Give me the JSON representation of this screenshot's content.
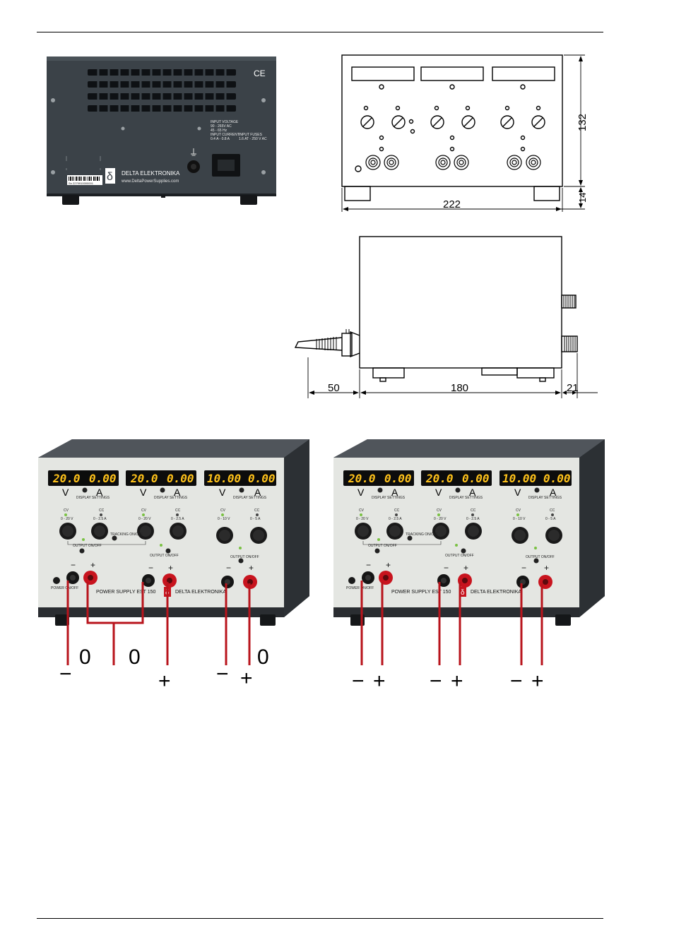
{
  "rear_panel": {
    "ce_mark": "CE",
    "input_voltage_label": "INPUT VOLTAGE",
    "input_voltage_values": [
      "90 - 265V AC",
      "45 - 65 Hz"
    ],
    "input_current_label": "INPUT CURRENT",
    "input_current_value": "0.4 A - 0.8 A",
    "input_fuses_label": "INPUT FUSES",
    "input_fuses_value": "1.6 AT - 250 V AC",
    "brand": "DELTA  ELEKTRONIKA",
    "website": "www.DeltaPowerSupplies.com",
    "serial": "Sn 2279910000001",
    "logo_char": "δ"
  },
  "front_drawing": {
    "dim_width": "222",
    "dim_height": "132",
    "dim_feet": "14"
  },
  "side_drawing": {
    "dim_cable": "50",
    "dim_depth": "180",
    "dim_knob": "21"
  },
  "photos": [
    {
      "displays": [
        {
          "volts": "20.0",
          "amps": "0.00",
          "cv_range": "0 - 20 V",
          "cc_range": "0 - 2.5 A"
        },
        {
          "volts": "20.0",
          "amps": "0.00",
          "cv_range": "0 - 20 V",
          "cc_range": "0 - 2.5 A"
        },
        {
          "volts": "10.00",
          "amps": "0.00",
          "cv_range": "0 - 10 V",
          "cc_range": "0 - 5 A"
        }
      ],
      "v_label": "V",
      "a_label": "A",
      "display_settings": "DISPLAY SETTINGS",
      "cv_label": "CV",
      "cc_label": "CC",
      "tracking_label": "TRACKING ON/OFF",
      "output_label": "OUTPUT ON/OFF",
      "power_label": "POWER ON/OFF",
      "model_text": "POWER  SUPPLY  EST 150",
      "brand_text": "DELTA  ELEKTRONIKA",
      "wiring_symbols": [
        "−",
        "0",
        "0",
        "+",
        "−",
        "+",
        "0"
      ]
    },
    {
      "displays": [
        {
          "volts": "20.0",
          "amps": "0.00",
          "cv_range": "0 - 20 V",
          "cc_range": "0 - 2.5 A"
        },
        {
          "volts": "20.0",
          "amps": "0.00",
          "cv_range": "0 - 20 V",
          "cc_range": "0 - 2.5 A"
        },
        {
          "volts": "10.00",
          "amps": "0.00",
          "cv_range": "0 - 10 V",
          "cc_range": "0 - 5 A"
        }
      ],
      "v_label": "V",
      "a_label": "A",
      "display_settings": "DISPLAY SETTINGS",
      "cv_label": "CV",
      "cc_label": "CC",
      "tracking_label": "TRACKING ON/OFF",
      "output_label": "OUTPUT ON/OFF",
      "power_label": "POWER ON/OFF",
      "model_text": "POWER  SUPPLY  EST 150",
      "brand_text": "DELTA  ELEKTRONIKA",
      "wiring_symbols": [
        "−",
        "+",
        "−",
        "+",
        "−",
        "+"
      ]
    }
  ],
  "colors": {
    "rear_panel": "#3b4248",
    "front_panel": "#e4e6e2",
    "cabinet": "#3c4046",
    "display": "#0c0c0c",
    "led_digits": "#ffc21a",
    "wire_red": "#b8141c",
    "terminal_red": "#c8141e",
    "led_green": "#7ac143"
  }
}
